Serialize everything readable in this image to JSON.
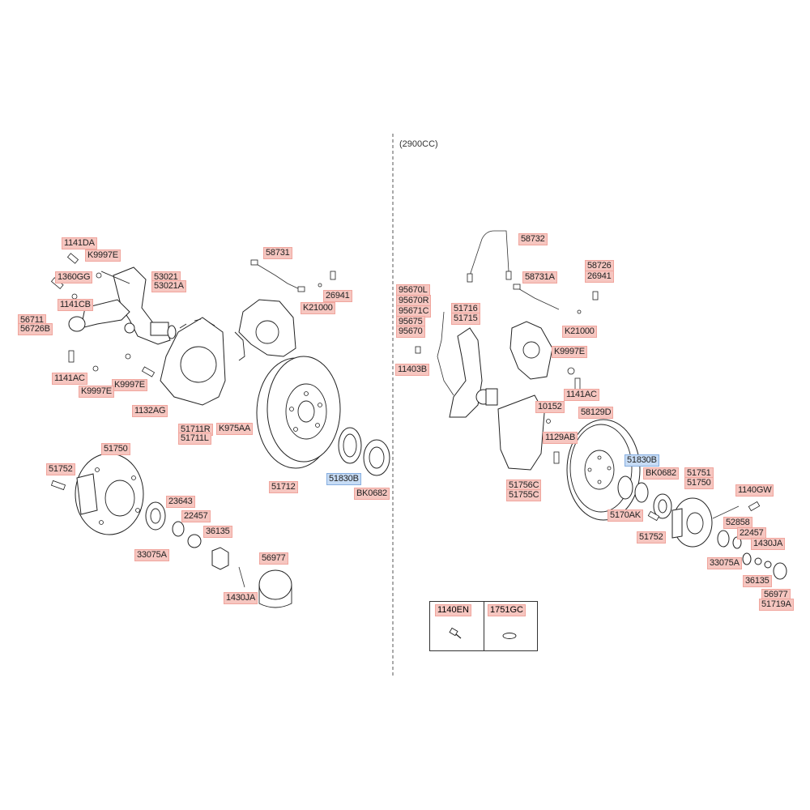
{
  "diagram": {
    "variant_note": "(2900CC)",
    "left_labels": [
      "1141DA",
      "K9997E",
      "53021",
      "53021A",
      "1360GG",
      "1141CB",
      "56711",
      "56726B",
      "1141AC",
      "K9997E",
      "K9997E",
      "1132AG",
      "58731",
      "26941",
      "K21000",
      "51711R",
      "51711L",
      "K975AA",
      "51712",
      "51830B",
      "BK0682",
      "51750",
      "51752",
      "23643",
      "22457",
      "36135",
      "33075A",
      "56977",
      "1430JA"
    ],
    "right_labels": [
      "58732",
      "58731A",
      "58726",
      "26941",
      "95670L",
      "95670R",
      "95671C",
      "95675",
      "95670",
      "51716",
      "51715",
      "11403B",
      "K21000",
      "K9997E",
      "1141AC",
      "10152",
      "58129D",
      "1129AB",
      "51830B",
      "BK0682",
      "51751",
      "51750",
      "51756C",
      "51755C",
      "5170AK",
      "51752",
      "1140GW",
      "52858",
      "22457",
      "1430JA",
      "33075A",
      "36135",
      "56977",
      "51719A"
    ],
    "highlighted": [
      "51830B"
    ],
    "legend": {
      "headers": [
        "1140EN",
        "1751GC"
      ],
      "icons": [
        "bolt-icon",
        "clip-icon"
      ]
    }
  }
}
